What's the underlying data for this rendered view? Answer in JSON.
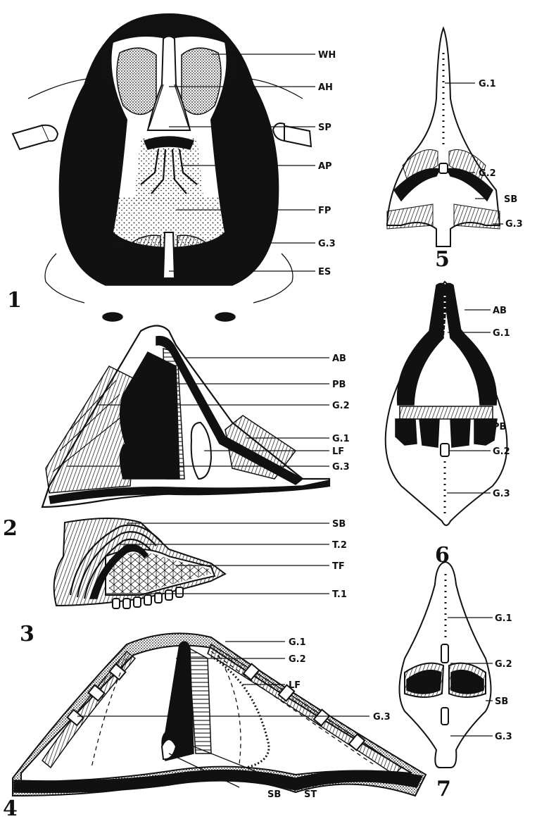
{
  "figures": {
    "fig1": {
      "number": "1",
      "labels": [
        "WH",
        "AH",
        "SP",
        "AP",
        "FP",
        "G.3",
        "ES"
      ]
    },
    "fig2": {
      "number": "2",
      "labels": [
        "AB",
        "PB",
        "G.2",
        "G.1",
        "LF",
        "G.3"
      ]
    },
    "fig3": {
      "number": "3",
      "labels": [
        "SB",
        "T.2",
        "TF",
        "T.1"
      ]
    },
    "fig4": {
      "number": "4",
      "labels": [
        "G.1",
        "G.2",
        "LF",
        "G.3",
        "SB",
        "ST"
      ]
    },
    "fig5": {
      "number": "5",
      "labels": [
        "G.1",
        "G.2",
        "SB",
        "G.3"
      ]
    },
    "fig6": {
      "number": "6",
      "labels": [
        "AB",
        "G.1",
        "PB",
        "G.2",
        "G.3"
      ]
    },
    "fig7": {
      "number": "7",
      "labels": [
        "G.1",
        "G.2",
        "SB",
        "G.3"
      ]
    }
  }
}
